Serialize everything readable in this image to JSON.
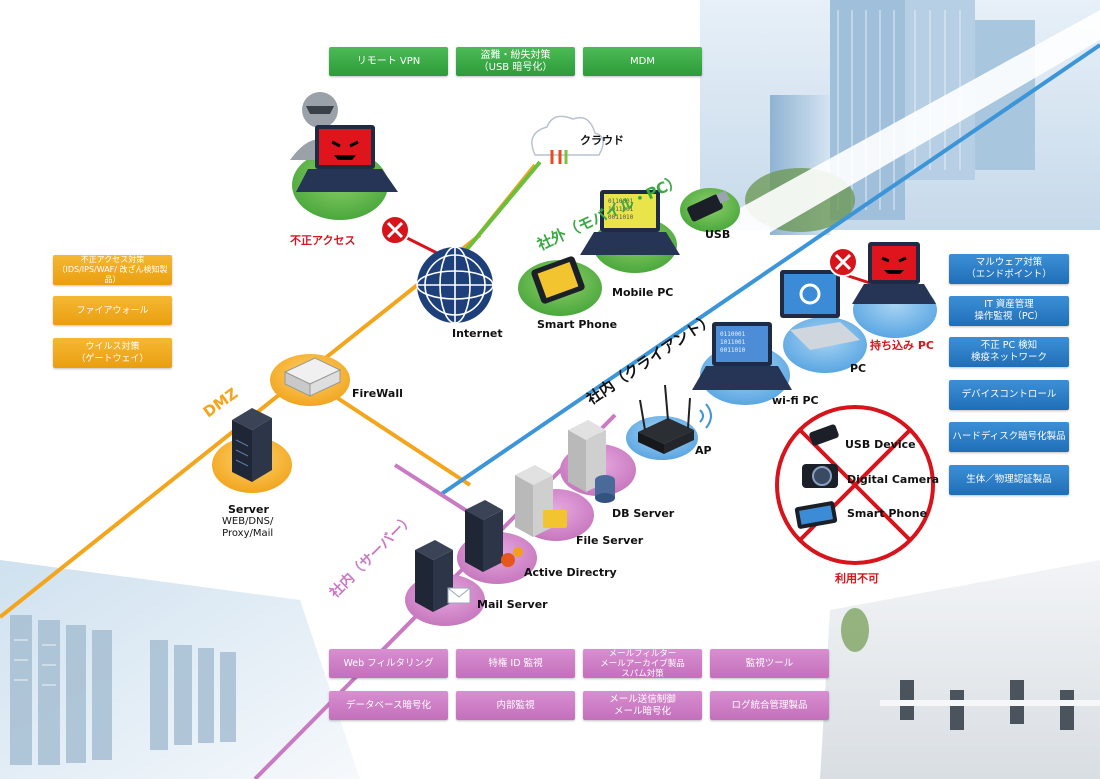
{
  "top_buttons": [
    "リモート VPN",
    "盗難・紛失対策\n（USB 暗号化）",
    "MDM"
  ],
  "left_buttons": [
    "不正アクセス対策\n（IDS/IPS/WAF/ 改ざん検知製品）",
    "ファイアウォール",
    "ウイルス対策\n（ゲートウェイ）"
  ],
  "right_buttons": [
    "マルウェア対策\n（エンドポイント）",
    "IT 資産管理\n操作監視（PC）",
    "不正 PC 検知\n検疫ネットワーク",
    "デバイスコントロール",
    "ハードディスク暗号化製品",
    "生体／物理認証製品"
  ],
  "bottom_buttons": [
    "Web フィルタリング",
    "特権 ID 監視",
    "メールフィルター\nメールアーカイブ製品\nスパム対策",
    "監視ツール",
    "データベース暗号化",
    "内部監視",
    "メール送信制御\nメール暗号化",
    "ログ統合管理製品"
  ],
  "zones": {
    "dmz": "DMZ",
    "mobile": "社外（モバイル・PC）",
    "client": "社内（クライアント）",
    "server": "社内（サーバー）"
  },
  "nodes": {
    "cloud": "クラウド",
    "internet": "Internet",
    "unauthorized_access": "不正アクセス",
    "firewall": "FireWall",
    "server": "Server",
    "server_sub": "WEB/DNS/\nProxy/Mail",
    "usb": "USB",
    "mobile_pc": "Mobile PC",
    "smart_phone": "Smart Phone",
    "ap": "AP",
    "wifi_pc": "wi-fi PC",
    "pc": "PC",
    "byod_pc": "持ち込み PC",
    "db_server": "DB Server",
    "file_server": "File Server",
    "active_directory": "Active Directry",
    "mail_server": "Mail Server"
  },
  "prohibited": {
    "items": [
      "USB Device",
      "Digital Camera",
      "Smart Phone"
    ],
    "caption": "利用不可"
  },
  "colors": {
    "dmz_line": "#f3a51c",
    "client_line": "#3b95d8",
    "server_line": "#c97ac3",
    "green": "#3aa845",
    "danger": "#d7141c"
  }
}
